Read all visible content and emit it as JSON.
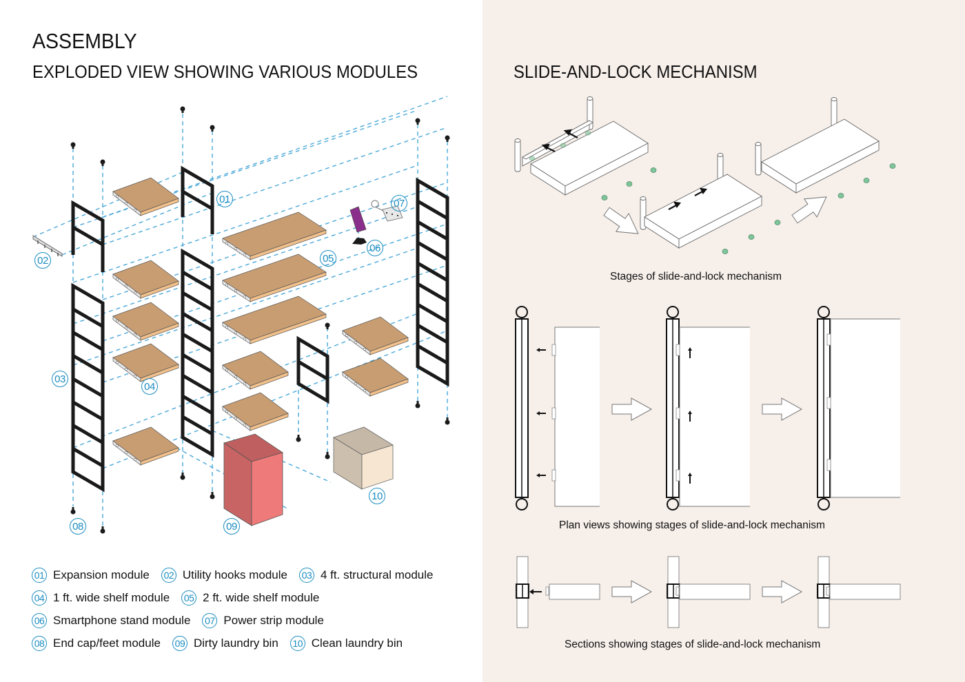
{
  "left": {
    "title": "ASSEMBLY",
    "subtitle": "EXPLODED VIEW SHOWING VARIOUS MODULES",
    "callouts": [
      "01",
      "02",
      "03",
      "04",
      "05",
      "06",
      "07",
      "08",
      "09",
      "10"
    ],
    "legend": [
      [
        {
          "num": "01",
          "label": "Expansion module"
        },
        {
          "num": "02",
          "label": "Utility hooks module"
        },
        {
          "num": "03",
          "label": "4 ft. structural module"
        }
      ],
      [
        {
          "num": "04",
          "label": "1 ft. wide shelf module"
        },
        {
          "num": "05",
          "label": "2 ft. wide shelf module"
        }
      ],
      [
        {
          "num": "06",
          "label": "Smartphone stand module"
        },
        {
          "num": "07",
          "label": "Power strip module"
        }
      ],
      [
        {
          "num": "08",
          "label": "End cap/feet module"
        },
        {
          "num": "09",
          "label": "Dirty laundry bin"
        },
        {
          "num": "10",
          "label": "Clean laundry bin"
        }
      ]
    ],
    "colors": {
      "callout": "#1a8cc0",
      "guide_line": "#4aa8d8",
      "frame": "#1a1a1a",
      "shelf_top": "#c89d72",
      "shelf_edge": "#f2c08a",
      "dirty_bin_front": "#ee7a7a",
      "dirty_bin_side": "#c86464",
      "clean_bin_front": "#f6e6d2",
      "clean_bin_side": "#cdbfae",
      "phone": "#8b2f8c"
    }
  },
  "right": {
    "title": "SLIDE-AND-LOCK MECHANISM",
    "captions": {
      "stages": "Stages of slide-and-lock mechanism",
      "plan": "Plan views showing stages of slide-and-lock mechanism",
      "sections": "Sections showing stages of slide-and-lock mechanism"
    },
    "colors": {
      "background": "#f6efea",
      "peg": "#7fc49a"
    }
  }
}
